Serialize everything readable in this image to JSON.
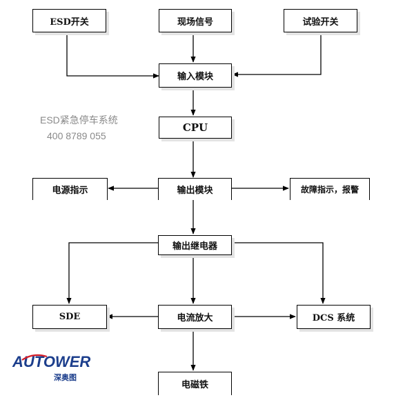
{
  "nodes": {
    "esd_switch": "ESD开关",
    "field_signal": "现场信号",
    "test_switch": "试验开关",
    "input_module": "输入模块",
    "cpu": "CPU",
    "power_indicator": "电源指示",
    "output_module": "输出模块",
    "fault_alarm": "故障指示，报警",
    "output_relay": "输出继电器",
    "sde": "SDE",
    "current_amplifier": "电流放大",
    "dcs_system": "DCS 系统",
    "solenoid": "电磁铁"
  },
  "watermark": {
    "line1": "ESD紧急停车系统",
    "line2": "400 8789 055"
  },
  "logo": {
    "brand": "AUTOWER",
    "brand_cn": "深奥图",
    "color_primary": "#1c3e8c",
    "color_accent": "#d61e28"
  },
  "colors": {
    "line": "#000000",
    "box_border": "#000000",
    "watermark": "#8a8a8a"
  }
}
